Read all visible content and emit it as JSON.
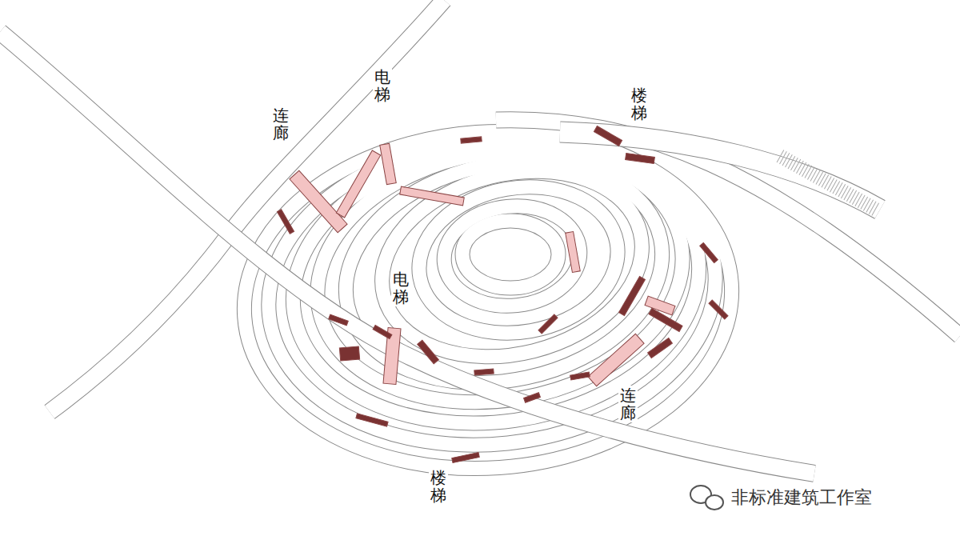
{
  "diagram": {
    "labels": [
      "电梯",
      "连廊",
      "楼梯",
      "电梯",
      "连廊",
      "楼梯",
      "非标准建筑工作室"
    ]
  }
}
